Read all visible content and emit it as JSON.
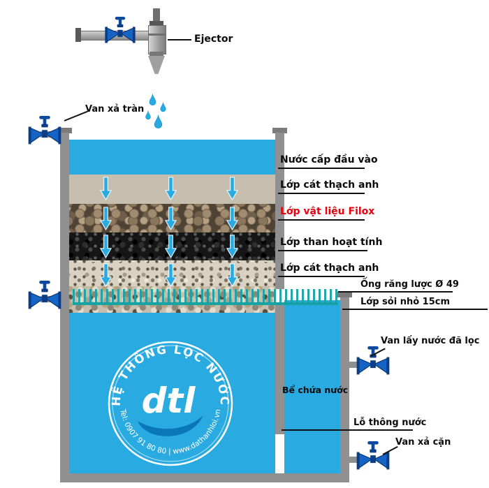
{
  "diagram": {
    "ejector_label": "Ejector",
    "overflow_valve_label": "Van xả tràn",
    "inlet_water_label": "Nước cấp đầu vào",
    "sand_top_label": "Lớp cát thạch anh",
    "filox_label": "Lớp vật liệu Filox",
    "carbon_label": "Lớp than hoạt tính",
    "sand_bottom_label": "Lớp cát thạch anh",
    "comb_pipe_label": "Ống răng lược Ø 49",
    "gravel_label": "Lớp sỏi nhỏ 15cm",
    "filtered_valve_label": "Van lấy nước đã lọc",
    "storage_tank_label": "Bể chứa nước",
    "water_hole_label": "Lỗ thông nước",
    "drain_valve_label": "Van xả cặn"
  },
  "logo": {
    "arc_top": "HỆ THỐNG LỌC NƯỚC",
    "center": "dtl",
    "arc_bottom": "Tel: 0907 91 80 80 | www.dathanhloi.vn"
  },
  "colors": {
    "water": "#29abe2",
    "wall": "#909090",
    "comb_pipe": "#16a3a3",
    "valve": "#1563c5",
    "filox_label_color": "#e8000d"
  }
}
